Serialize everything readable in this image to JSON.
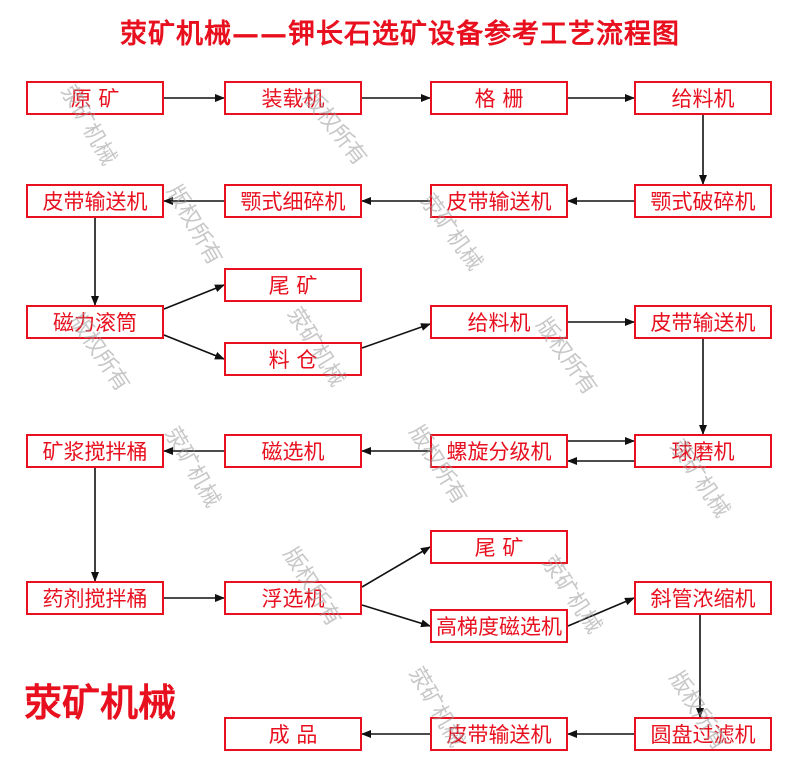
{
  "title": "荥矿机械——钾长石选矿设备参考工艺流程图",
  "brand": "荥矿机械",
  "watermark_text": "版权所有",
  "watermark_text_2": "荥矿机械",
  "accent_color": "#e8101e",
  "nodes": [
    {
      "id": "raw-ore",
      "label": "原 矿"
    },
    {
      "id": "loader",
      "label": "装载机"
    },
    {
      "id": "grizzly",
      "label": "格 栅"
    },
    {
      "id": "feeder-1",
      "label": "给料机"
    },
    {
      "id": "belt-conveyor-1",
      "label": "皮带输送机"
    },
    {
      "id": "jaw-fine-crusher",
      "label": "颚式细碎机"
    },
    {
      "id": "belt-conveyor-2",
      "label": "皮带输送机"
    },
    {
      "id": "jaw-crusher",
      "label": "颚式破碎机"
    },
    {
      "id": "magnetic-drum",
      "label": "磁力滚筒"
    },
    {
      "id": "tailings-1",
      "label": "尾 矿"
    },
    {
      "id": "silo",
      "label": "料 仓"
    },
    {
      "id": "feeder-2",
      "label": "给料机"
    },
    {
      "id": "belt-conveyor-3",
      "label": "皮带输送机"
    },
    {
      "id": "slurry-mixing-tank",
      "label": "矿浆搅拌桶"
    },
    {
      "id": "magnetic-separator",
      "label": "磁选机"
    },
    {
      "id": "spiral-classifier",
      "label": "螺旋分级机"
    },
    {
      "id": "ball-mill",
      "label": "球磨机"
    },
    {
      "id": "reagent-mixing-tank",
      "label": "药剂搅拌桶"
    },
    {
      "id": "flotation-machine",
      "label": "浮选机"
    },
    {
      "id": "tailings-2",
      "label": "尾 矿"
    },
    {
      "id": "hg-magnetic-separator",
      "label": "高梯度磁选机"
    },
    {
      "id": "inclined-tube-thickener",
      "label": "斜管浓缩机"
    },
    {
      "id": "product",
      "label": "成 品"
    },
    {
      "id": "belt-conveyor-4",
      "label": "皮带输送机"
    },
    {
      "id": "disc-filter",
      "label": "圆盘过滤机"
    }
  ],
  "edges": [
    {
      "from": "raw-ore",
      "to": "loader"
    },
    {
      "from": "loader",
      "to": "grizzly"
    },
    {
      "from": "grizzly",
      "to": "feeder-1"
    },
    {
      "from": "feeder-1",
      "to": "jaw-crusher"
    },
    {
      "from": "jaw-crusher",
      "to": "belt-conveyor-2"
    },
    {
      "from": "belt-conveyor-2",
      "to": "jaw-fine-crusher"
    },
    {
      "from": "jaw-fine-crusher",
      "to": "belt-conveyor-1"
    },
    {
      "from": "belt-conveyor-1",
      "to": "magnetic-drum"
    },
    {
      "from": "magnetic-drum",
      "to": "tailings-1"
    },
    {
      "from": "magnetic-drum",
      "to": "silo"
    },
    {
      "from": "silo",
      "to": "feeder-2"
    },
    {
      "from": "feeder-2",
      "to": "belt-conveyor-3"
    },
    {
      "from": "belt-conveyor-3",
      "to": "ball-mill"
    },
    {
      "from": "spiral-classifier",
      "to": "ball-mill"
    },
    {
      "from": "ball-mill",
      "to": "spiral-classifier"
    },
    {
      "from": "spiral-classifier",
      "to": "magnetic-separator"
    },
    {
      "from": "magnetic-separator",
      "to": "slurry-mixing-tank"
    },
    {
      "from": "slurry-mixing-tank",
      "to": "reagent-mixing-tank"
    },
    {
      "from": "reagent-mixing-tank",
      "to": "flotation-machine"
    },
    {
      "from": "flotation-machine",
      "to": "tailings-2"
    },
    {
      "from": "flotation-machine",
      "to": "hg-magnetic-separator"
    },
    {
      "from": "hg-magnetic-separator",
      "to": "inclined-tube-thickener"
    },
    {
      "from": "inclined-tube-thickener",
      "to": "disc-filter"
    },
    {
      "from": "disc-filter",
      "to": "belt-conveyor-4"
    },
    {
      "from": "belt-conveyor-4",
      "to": "product"
    }
  ]
}
